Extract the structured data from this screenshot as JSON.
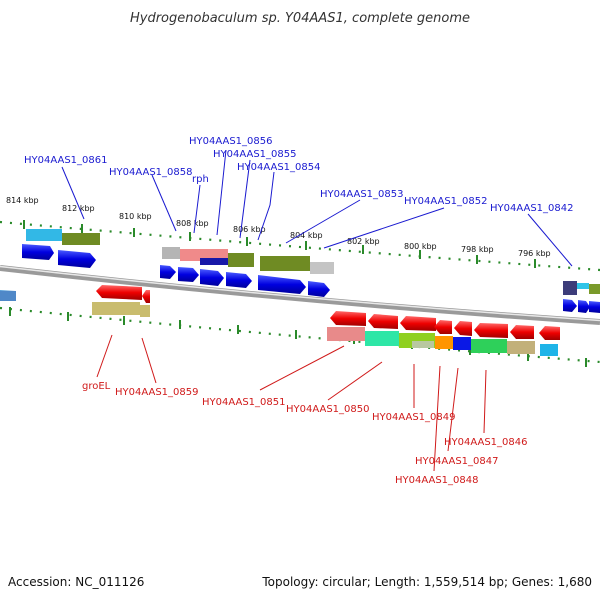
{
  "title": "Hydrogenobaculum sp. Y04AAS1, complete genome",
  "footer": {
    "accession": "Accession: NC_011126",
    "topology": "Topology: circular; Length: 1,559,514 bp; Genes: 1,680"
  },
  "scale_labels": [
    "814 kbp",
    "812 kbp",
    "810 kbp",
    "808 kbp",
    "806 kbp",
    "804 kbp",
    "802 kbp",
    "800 kbp",
    "798 kbp",
    "796 kbp"
  ],
  "top_labels": [
    "HY04AAS1_0861",
    "HY04AAS1_0858",
    "rph",
    "HY04AAS1_0856",
    "HY04AAS1_0855",
    "HY04AAS1_0854",
    "HY04AAS1_0853",
    "HY04AAS1_0852",
    "HY04AAS1_0842"
  ],
  "bottom_labels": [
    "groEL",
    "HY04AAS1_0859",
    "HY04AAS1_0851",
    "HY04AAS1_0850",
    "HY04AAS1_0849",
    "HY04AAS1_0846",
    "HY04AAS1_0847",
    "HY04AAS1_0848"
  ],
  "colors": {
    "forward_strand": "#0000ee",
    "reverse_strand": "#ee0000",
    "backbone": "#888888",
    "scale_ticks": "#2a8a2a"
  }
}
